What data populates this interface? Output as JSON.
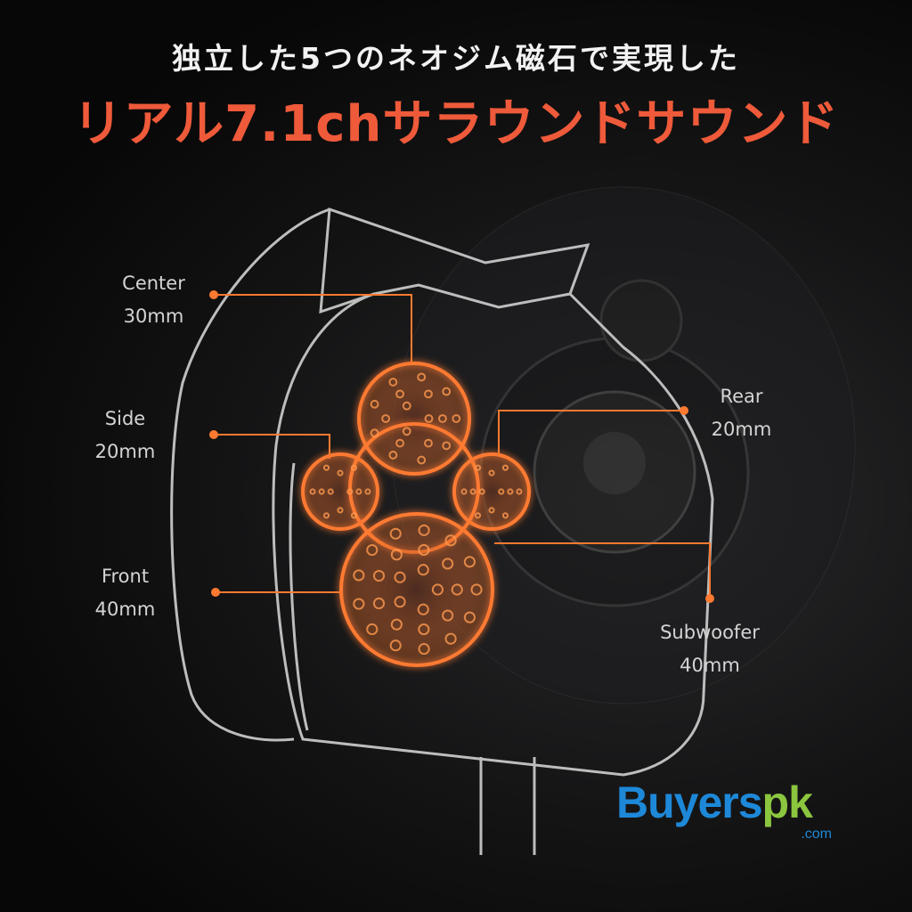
{
  "headline": "独立した5つのネオジム磁石で実現した",
  "title": "リアル7.1chサラウンドサウンド",
  "labels": {
    "center": {
      "name": "Center",
      "size": "30mm"
    },
    "side": {
      "name": "Side",
      "size": "20mm"
    },
    "front": {
      "name": "Front",
      "size": "40mm"
    },
    "rear": {
      "name": "Rear",
      "size": "20mm"
    },
    "subwoofer": {
      "name": "Subwoofer",
      "size": "40mm"
    }
  },
  "watermark": {
    "main": "Buyers",
    "accent": "pk",
    "suffix": ".com"
  },
  "colors": {
    "accent": "#ee5a3a",
    "driver": "#ff7a30"
  }
}
